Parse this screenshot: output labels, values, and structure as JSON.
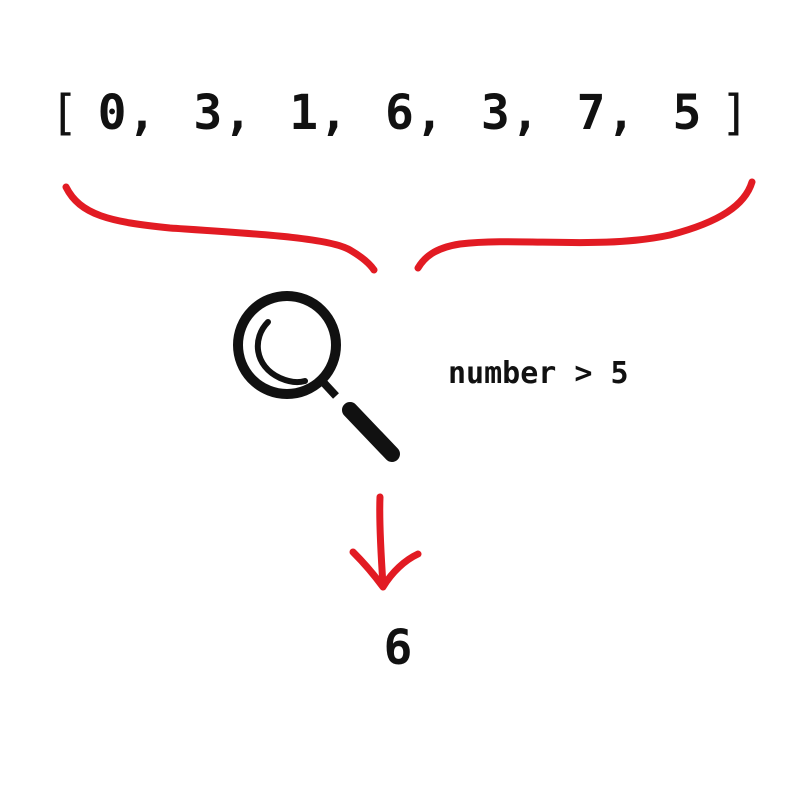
{
  "array": {
    "open_bracket": "[",
    "close_bracket": "]",
    "values": [
      "0",
      "3",
      "1",
      "6",
      "3",
      "7",
      "5"
    ],
    "separator": ","
  },
  "filter": {
    "icon": "magnifying-glass-icon",
    "condition": "number > 5"
  },
  "result": {
    "value": "6"
  },
  "colors": {
    "accent": "#e21b23",
    "ink": "#111111",
    "background": "#ffffff"
  }
}
